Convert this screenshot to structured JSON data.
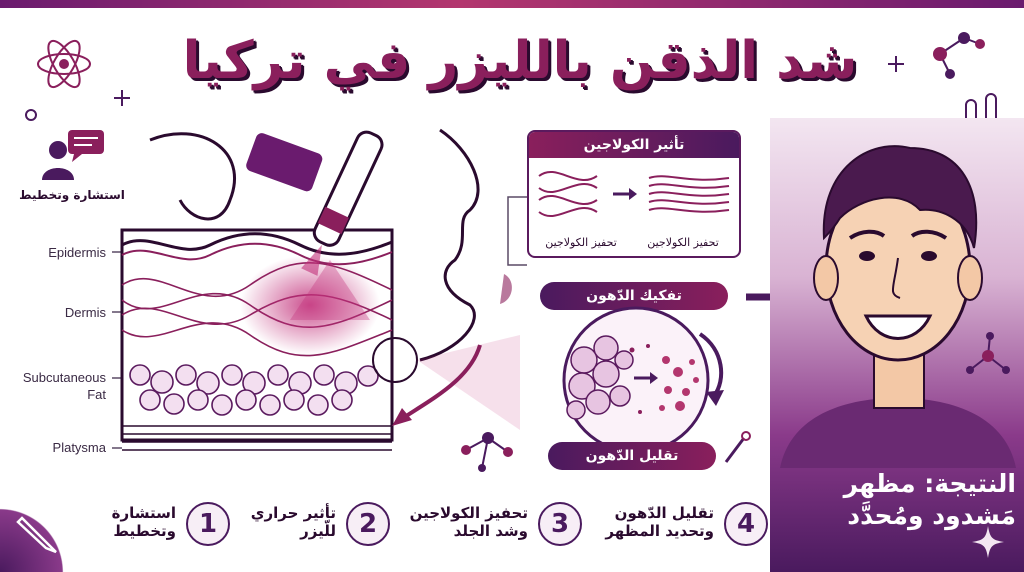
{
  "title": "شد الذقن بالليزر في تركيا",
  "consultation_label": "استشارة وتخطيط",
  "layers": {
    "epidermis": "Epidermis",
    "dermis": "Dermis",
    "subcutaneous_1": "Subcutaneous",
    "subcutaneous_2": "Fat",
    "platysma": "Platysma"
  },
  "collagen_panel": {
    "title": "تأثير الكولاجين",
    "caption_left": "تحفيز الكولاجين",
    "caption_right": "تحفيز الكولاجين"
  },
  "fat_panel": {
    "top_label": "تفكيك الدّهون",
    "bottom_label": "تقليل الدّهون"
  },
  "result_text_line1": "النتيجة: مظهر",
  "result_text_line2": "مَشدود ومُحدَّد",
  "steps": [
    {
      "num": "1",
      "line1": "استشارة",
      "line2": "وتخطيط"
    },
    {
      "num": "2",
      "line1": "تأثير حراري",
      "line2": "للّيزر"
    },
    {
      "num": "3",
      "line1": "تحفيز الكولاجين",
      "line2": "وشد الجلد"
    },
    {
      "num": "4",
      "line1": "تقليل الدّهون",
      "line2": "وتحديد المظهر"
    }
  ],
  "colors": {
    "primary": "#8a1f5c",
    "dark": "#4a1a5e",
    "accent": "#b3366e"
  },
  "icons": [
    "atom-icon",
    "molecule-icon",
    "test-tubes-icon",
    "pen-icon",
    "consultation-icon",
    "sparkle-icon"
  ]
}
